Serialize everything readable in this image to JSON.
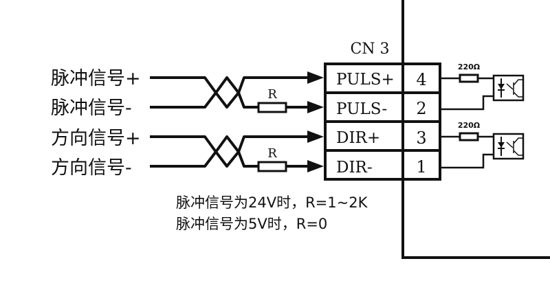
{
  "signals": [
    {
      "label": "脉冲信号+",
      "terminal": "PULS+",
      "pin": "4",
      "has_resistor": false
    },
    {
      "label": "脉冲信号-",
      "terminal": "PULS-",
      "pin": "2",
      "has_resistor": true
    },
    {
      "label": "方向信号+",
      "terminal": "DIR+",
      "pin": "3",
      "has_resistor": false
    },
    {
      "label": "方向信号-",
      "terminal": "DIR-",
      "pin": "1",
      "has_resistor": true
    }
  ],
  "connector": {
    "name": "CN 3"
  },
  "resistor_label": "R",
  "internal_resistor_label": "220Ω",
  "notes": [
    "脉冲信号为24V时，R=1~2K",
    "脉冲信号为5V时，R=0"
  ],
  "colors": {
    "line": "#111111",
    "background": "#ffffff"
  }
}
